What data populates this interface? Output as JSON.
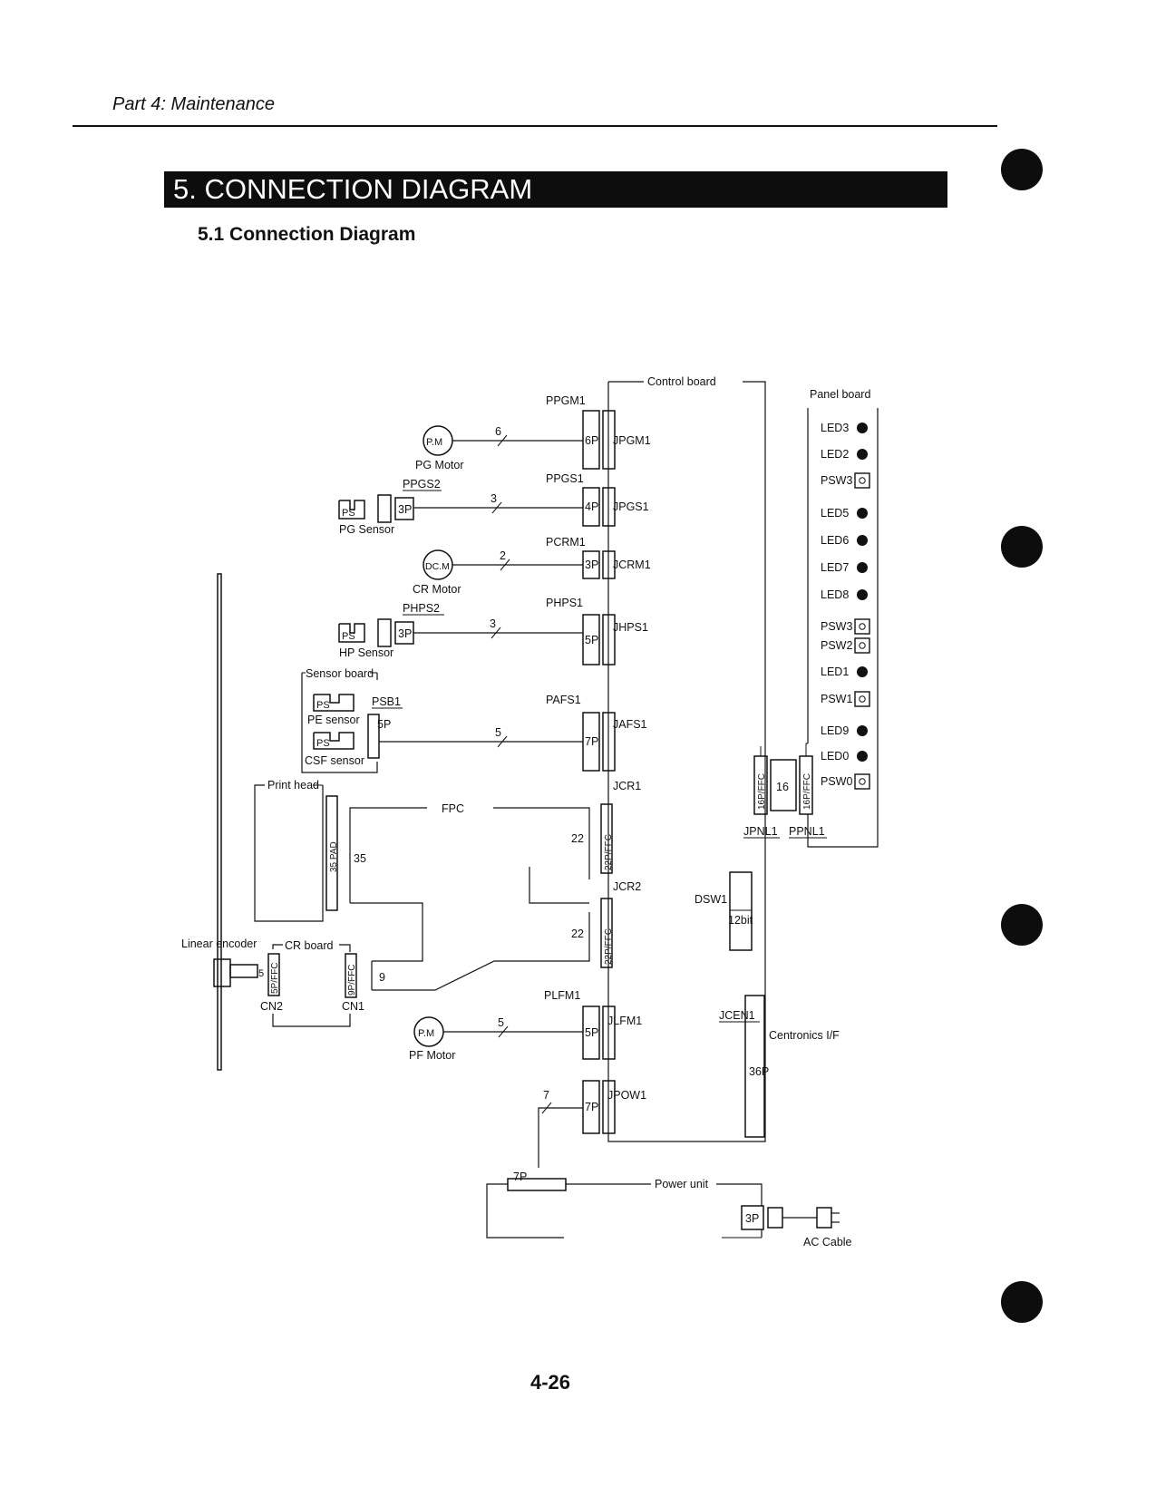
{
  "header": {
    "part_title": "Part 4: Maintenance",
    "section_title": "5. CONNECTION DIAGRAM",
    "subsection_title": "5.1 Connection Diagram"
  },
  "footer": {
    "page_number": "4-26"
  },
  "diagram": {
    "control_board": {
      "label": "Control board",
      "connectors": [
        "PPGM1",
        "JPGM1",
        "PPGS1",
        "JPGS1",
        "PCRM1",
        "JCRM1",
        "PHPS1",
        "JHPS1",
        "PAFS1",
        "JAFS1",
        "JCR1",
        "JCR2",
        "PLFM1",
        "JLFM1",
        "JPOW1",
        "JPNL1",
        "JCEN1",
        "DSW1"
      ],
      "pins": [
        "6P",
        "4P",
        "3P",
        "5P",
        "7P",
        "22P/FFC",
        "22P/FFC",
        "5P",
        "7P",
        "16P/FFC",
        "36P",
        "12bit"
      ]
    },
    "pg_motor": {
      "symbol": "P.M",
      "label": "PG Motor",
      "wires": "6"
    },
    "pg_sensor": {
      "symbol": "PS",
      "connector": "PPGS2",
      "pins": "3P",
      "label": "PG Sensor",
      "wires": "3"
    },
    "cr_motor": {
      "symbol": "DC.M",
      "label": "CR Motor",
      "wires": "2"
    },
    "hp_sensor": {
      "symbol": "PS",
      "connector": "PHPS2",
      "pins": "3P",
      "label": "HP Sensor",
      "wires": "3"
    },
    "sensor_board": {
      "label": "Sensor board",
      "connector": "PSB1",
      "pins": "5P",
      "pe_sensor": "PE sensor",
      "csf_sensor": "CSF sensor",
      "symbol": "PS",
      "wires": "5"
    },
    "print_head": {
      "label": "Print head",
      "pad": "35 PAD",
      "count": "35"
    },
    "fpc": {
      "label": "FPC",
      "count_top": "22",
      "count_bottom": "22",
      "count_9": "9"
    },
    "linear_encoder": {
      "label": "Linear encoder",
      "pins": "5"
    },
    "cr_board": {
      "label": "CR board",
      "cn2": "CN2",
      "cn2_pins": "5P/FFC",
      "cn1": "CN1",
      "cn1_pins": "9P/FFC"
    },
    "pf_motor": {
      "symbol": "P.M",
      "label": "PF Motor",
      "wires": "5"
    },
    "power_wires": "7",
    "power_unit": {
      "label": "Power unit",
      "pins_in": "7P",
      "pins_out": "3P"
    },
    "ac_cable": {
      "label": "AC Cable"
    },
    "centronics": {
      "label": "Centronics I/F"
    },
    "panel_board": {
      "label": "Panel board",
      "connector": "PPNL1",
      "pins": "16P/FFC",
      "cable_count": "16",
      "items": [
        {
          "label": "LED3",
          "type": "led"
        },
        {
          "label": "LED2",
          "type": "led"
        },
        {
          "label": "PSW3",
          "type": "switch"
        },
        {
          "label": "LED5",
          "type": "led"
        },
        {
          "label": "LED6",
          "type": "led"
        },
        {
          "label": "LED7",
          "type": "led"
        },
        {
          "label": "LED8",
          "type": "led"
        },
        {
          "label": "PSW3",
          "type": "switch"
        },
        {
          "label": "PSW2",
          "type": "switch"
        },
        {
          "label": "LED1",
          "type": "led"
        },
        {
          "label": "PSW1",
          "type": "switch"
        },
        {
          "label": "LED9",
          "type": "led"
        },
        {
          "label": "LED0",
          "type": "led"
        },
        {
          "label": "PSW0",
          "type": "switch"
        }
      ]
    }
  }
}
